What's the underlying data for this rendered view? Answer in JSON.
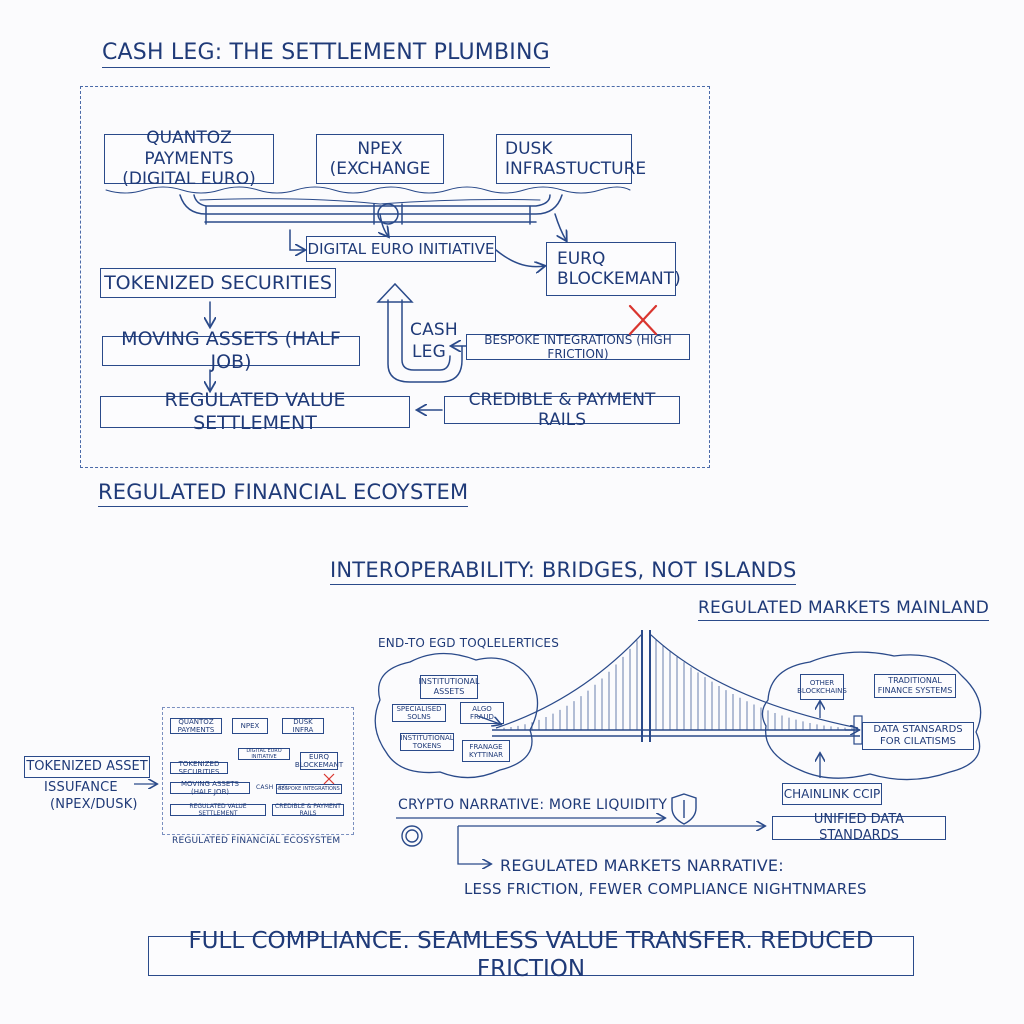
{
  "top": {
    "title": "CASH LEG: THE SETTLEMENT PLUMBING",
    "quantoz": [
      "QUANTOZ PAYMENTS",
      "(DIGITAL EURO)"
    ],
    "npex": [
      "NPEX",
      "(EXCHANGE"
    ],
    "dusk": [
      "DUSK",
      "INFRASTUCTURE"
    ],
    "digital_euro": "DIGITAL EURO INITIATIVE",
    "eurq": [
      "EURQ",
      "BLOCKEMANT)"
    ],
    "tokenized": "TOKENIZED SECURITIES",
    "moving": "MOVING ASSETS (HALF JOB)",
    "regulated_value": "REGULATED VALUE SETTLEMENT",
    "cash_leg": [
      "CASH",
      "LEG"
    ],
    "bespoke": "BESPOKE INTEGRATIONS (HIGH FRICTION)",
    "credible": "CREDIBLE & PAYMENT RAILS",
    "ecosystem": "REGULATED FINANCIAL ECOYSTEM"
  },
  "bottom": {
    "title": "INTEROPERABILITY: BRIDGES, NOT ISLANDS",
    "mainland": "REGULATED MARKETS MAINLAND",
    "end_to_end": "END-TO EGD TOQLELERTICES",
    "island_items": [
      "INSTITUTIONAL ASSETS",
      "SPECIALISED SOLNS",
      "ALGO FRAUD",
      "INSTITUTIONAL TOKENS",
      "FRANAGE KYTTINAR"
    ],
    "mainland_items": [
      "OTHER BLOCKCHAINS",
      "TRADITIONAL FINANCE SYSTEMS",
      "DATA STANSARDS FOR CILATISMS"
    ],
    "chainlink": "CHAINLINK CCIP",
    "unified": "UNIFIED DATA STANDARDS",
    "tokenized_asset": "TOKENIZED ASSET",
    "issuance": [
      "ISSUFANCE",
      "(NPEX/DUSK)"
    ],
    "mini_caption": "REGULATED FINANCIAL ECOSYSTEM",
    "crypto": "CRYPTO NARRATIVE: MORE LIQUIDITY",
    "regulated_narrative": "REGULATED MARKETS NARRATIVE:",
    "less_friction": "LESS FRICTION, FEWER COMPLIANCE NIGHTNMARES",
    "banner": "FULL COMPLIANCE. SEAMLESS VALUE TRANSFER. REDUCED FRICTION"
  },
  "mini": {
    "boxes": [
      "QUANTOZ PAYMENTS",
      "NPEX",
      "DUSK INFRA",
      "DIGITAL EURO INITIATIVE",
      "TOKENIZED SECURITIES",
      "EURQ BLOCKEMANT",
      "MOVING ASSETS (HALF JOB)",
      "CASH LEG",
      "BESPOKE INTEGRATIONS",
      "REGULATED VALUE SETTLEMENT",
      "CREDIBLE & PAYMENT RAILS"
    ]
  },
  "colors": {
    "ink": "#1f3a78",
    "accent_x": "#d9352f"
  },
  "icons": [
    "shield-icon",
    "coin-icon",
    "bridge-icon",
    "cross-mark-icon"
  ]
}
